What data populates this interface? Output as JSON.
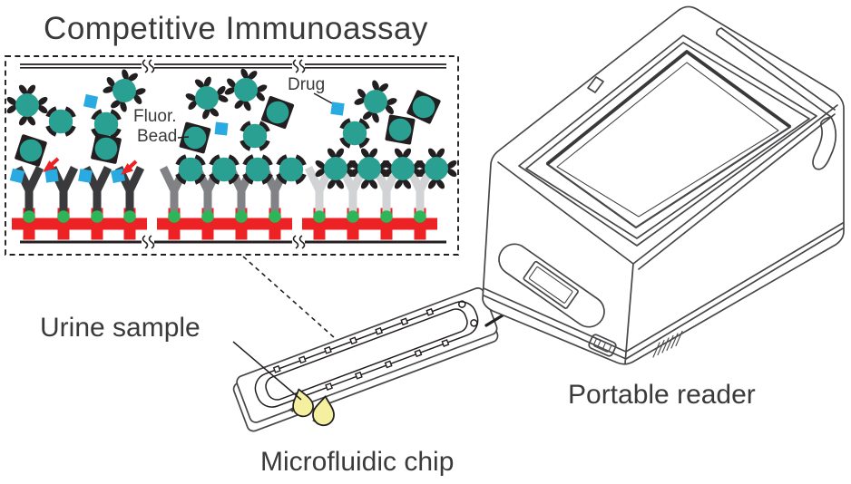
{
  "title": "Competitive Immunoassay",
  "labels": {
    "fluor_bead_line1": "Fluor.",
    "fluor_bead_line2": "Bead",
    "drug": "Drug",
    "urine_sample": "Urine sample",
    "microfluidic_chip": "Microfluidic chip",
    "portable_reader": "Portable reader"
  },
  "palette": {
    "bead_teal": "#2aa093",
    "drug_blue": "#29abe2",
    "surface_red": "#ed2224",
    "linker_green": "#2fb457",
    "antibody_black": "#3a3a3c",
    "antibody_gray": "#808285",
    "antibody_lightgray": "#d1d3d4",
    "droplet_yellow": "#f5f0a0",
    "line_dark": "#231f20",
    "text_dark": "#3a3a3a"
  }
}
